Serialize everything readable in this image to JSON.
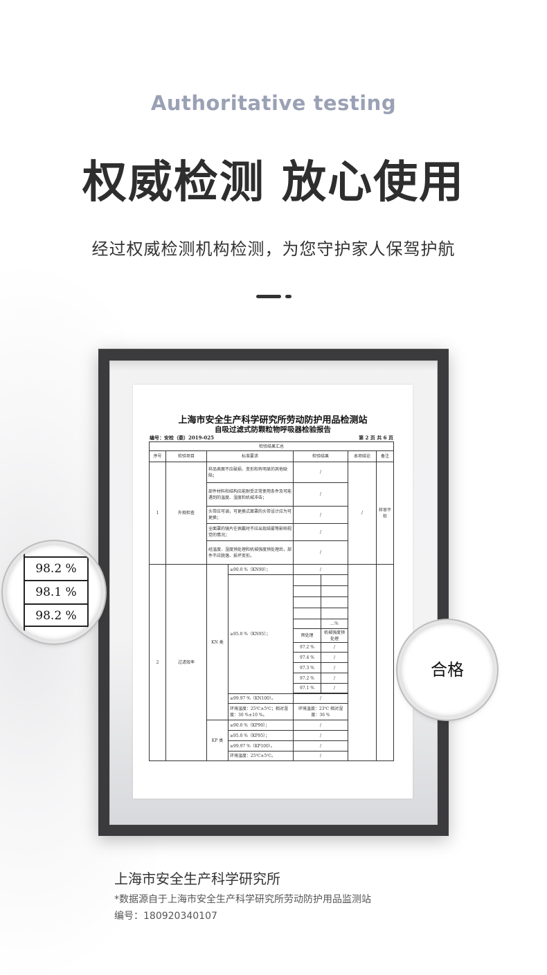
{
  "header": {
    "english_title": "Authoritative testing",
    "title": "权威检测 放心使用",
    "subtitle": "经过权威检测机构检测，为您守护家人保驾护航"
  },
  "colors": {
    "english_title": "#9ba1b5",
    "heading": "#2e2e2e",
    "frame": "#3b3b3d"
  },
  "document": {
    "org_title": "上海市安全生产科学研究所劳动防护用品检测站",
    "report_title": "自吸过滤式防颗粒物呼吸器检验报告",
    "report_no": "编号：安检（委）2019-025",
    "page": "第 2 页   共 6 页",
    "summary_header": "检验结果汇总",
    "columns": [
      "序号",
      "检验项目",
      "标准要求",
      "检验结果",
      "本项结论",
      "备注"
    ],
    "section1": {
      "no": "1",
      "item": "外观检查",
      "conclusion": "/",
      "remark": "样审不检",
      "rows": [
        {
          "req": "样品表面不应破损、变形和有明显的其他缺陷；",
          "result": "/"
        },
        {
          "req": "部件材料和结构应能耐受正常使用条件及可能遇到的温度、湿度和机械冲击；",
          "result": "/"
        },
        {
          "req": "头带应可调，可更换式面罩的头带设计应为可更换；",
          "result": "/"
        },
        {
          "req": "全面罩的镜片在佩戴时不应出现结雾等影响视觉的情况；",
          "result": "/"
        },
        {
          "req": "经温度、湿度预处理和机械强度预处理后，部件不应脱落、损坏变形。",
          "result": "/"
        }
      ]
    },
    "section2": {
      "no": "2",
      "item": "过滤效率",
      "kn_label": "KN 类",
      "kp_label": "KP 类",
      "kn90": {
        "req": "≥90.0 %（KN90）；",
        "result": "/"
      },
      "kn95_req": "≥95.0 %（KN95）；",
      "kn95_partial": "…%",
      "kn95_sub_headers": [
        "预处理",
        "机械强度预处理"
      ],
      "kn95_values": [
        {
          "a": "97.2 %",
          "b": "/"
        },
        {
          "a": "97.4 %",
          "b": "/"
        },
        {
          "a": "97.3 %",
          "b": "/"
        },
        {
          "a": "97.2 %",
          "b": "/"
        },
        {
          "a": "97.1 %",
          "b": "/"
        }
      ],
      "kn100": {
        "req": "≥99.97 %（KN100）。",
        "result": "/"
      },
      "env": {
        "req": "环境温度：25℃±5℃；相对湿度：30 %±10 %。",
        "result": "环境温度：23℃ 相对湿度：36 %"
      },
      "kp": [
        {
          "req": "≥90.0 %（KP90）；",
          "result": "/"
        },
        {
          "req": "≥95.0 %（KP95）；",
          "result": "/"
        },
        {
          "req": "≥99.97 %（KP100）。",
          "result": "/"
        },
        {
          "req": "环境温度：25℃±5℃。",
          "result": "/"
        }
      ]
    }
  },
  "magnifier": {
    "values": [
      "98.2 %",
      "98.1 %",
      "98.2 %"
    ],
    "conclusion": "合格"
  },
  "footer": {
    "institute": "上海市安全生产科学研究所",
    "source": "*数据源自于上海市安全生产科学研究所劳动防护用品监测站",
    "serial": "编号：180920340107"
  }
}
